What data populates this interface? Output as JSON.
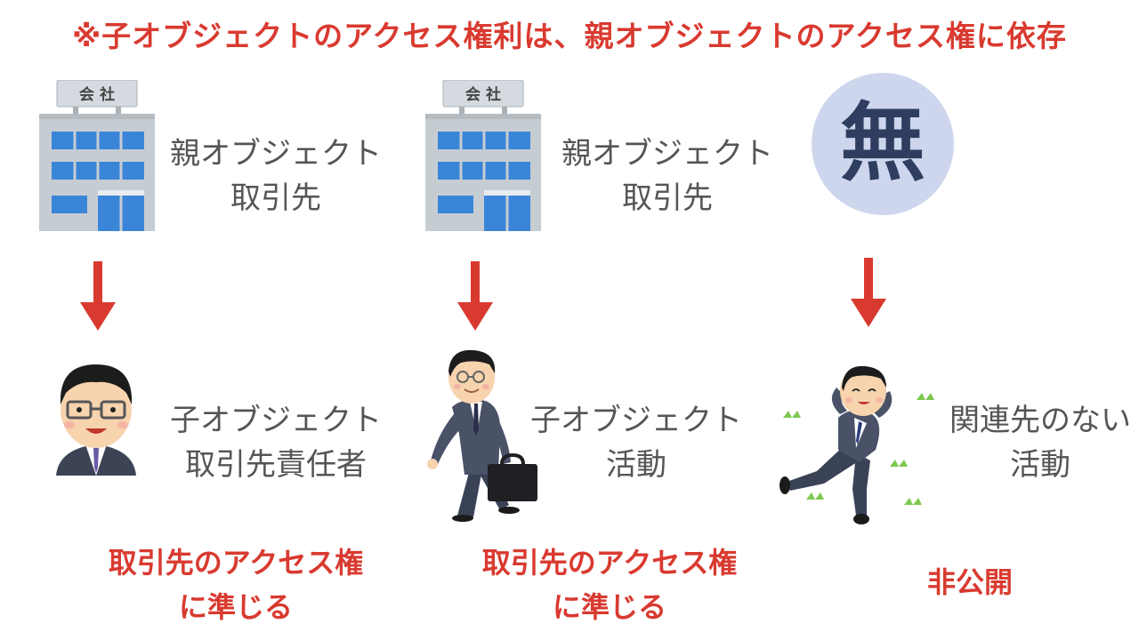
{
  "header": {
    "note": "※子オブジェクトのアクセス権利は、親オブジェクトのアクセス権に依存"
  },
  "columns": [
    {
      "parent": {
        "sign": "会 社",
        "line1": "親オブジェクト",
        "line2": "取引先"
      },
      "child": {
        "line1": "子オブジェクト",
        "line2": "取引先責任者"
      },
      "access": {
        "line1": "取引先のアクセス権",
        "line2": "に準じる"
      }
    },
    {
      "parent": {
        "sign": "会 社",
        "line1": "親オブジェクト",
        "line2": "取引先"
      },
      "child": {
        "line1": "子オブジェクト",
        "line2": "活動"
      },
      "access": {
        "line1": "取引先のアクセス権",
        "line2": "に準じる"
      }
    },
    {
      "parent": {
        "badge": "無"
      },
      "child": {
        "line1": "関連先のない",
        "line2": "活動"
      },
      "access": {
        "line1": "非公開"
      }
    }
  ],
  "colors": {
    "accent_red": "#d93a30",
    "text_gray": "#555555",
    "building_gray": "#c6cdd2",
    "window_blue": "#3a85d8",
    "badge_bg": "#cdd6ec",
    "badge_ink": "#2f3d60"
  },
  "icons": {
    "parent_column_1": "office-building-icon",
    "parent_column_2": "office-building-icon",
    "parent_column_3": "none-badge-icon",
    "child_column_1": "businessman-face-icon",
    "child_column_2": "walking-businessman-icon",
    "child_column_3": "lying-businessman-icon",
    "arrow": "red-down-arrow-icon"
  }
}
